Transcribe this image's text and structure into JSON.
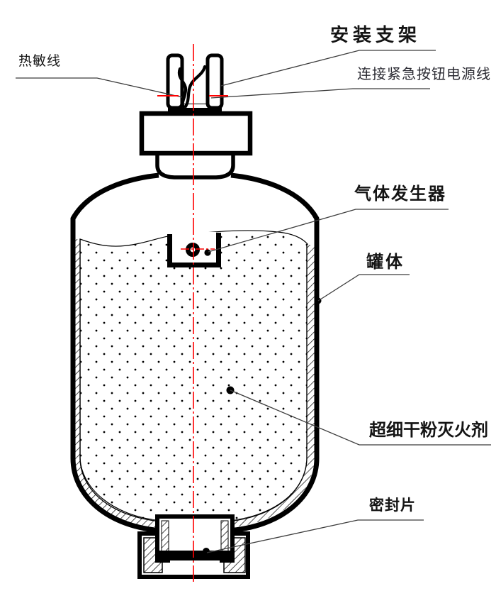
{
  "diagram": {
    "labels": {
      "thermal_wire": "热敏线",
      "mounting_bracket": "安装支架",
      "emergency_button_power_cable": "连接紧急按钮电源线",
      "gas_generator": "气体发生器",
      "tank_body": "罐体",
      "powder_agent": "超细干粉灭火剂",
      "sealing_disc": "密封片"
    },
    "colors": {
      "centerline_red": "#ff0000",
      "ink": "#000000",
      "leader_line": "#3c3c3c"
    }
  }
}
